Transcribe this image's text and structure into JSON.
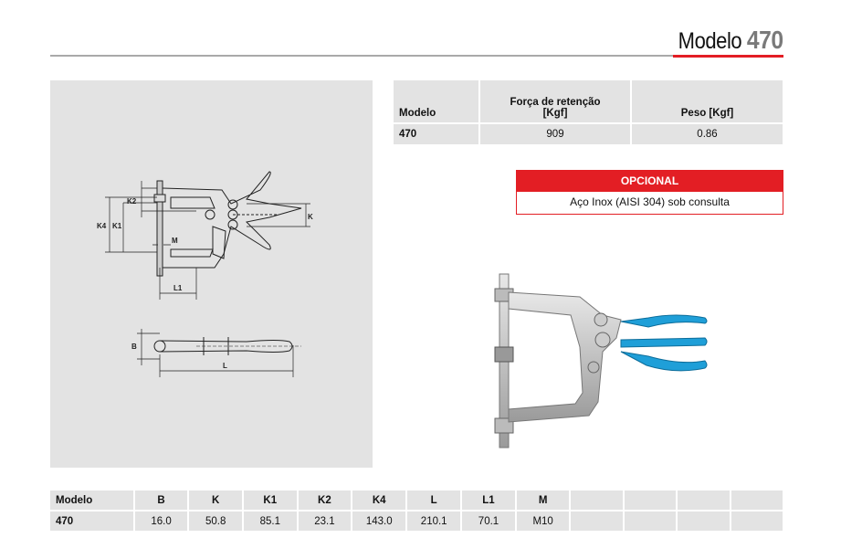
{
  "title": {
    "prefix": "Modelo",
    "number": "470"
  },
  "spec_table": {
    "headers": [
      "Modelo",
      "Força de retenção",
      "[Kgf]",
      "Peso  [Kgf]"
    ],
    "row": [
      "470",
      "909",
      "0.86"
    ]
  },
  "optional": {
    "header": "OPCIONAL",
    "text": "Aço Inox (AISI 304) sob consulta"
  },
  "drawing_labels": {
    "k4": "K4",
    "k1": "K1",
    "k2": "K2",
    "m": "M",
    "k": "K",
    "l1": "L1",
    "b": "B",
    "l": "L"
  },
  "dimensions_table": {
    "headers": [
      "Modelo",
      "B",
      "K",
      "K1",
      "K2",
      "K4",
      "L",
      "L1",
      "M",
      "",
      "",
      "",
      ""
    ],
    "row": [
      "470",
      "16.0",
      "50.8",
      "85.1",
      "23.1",
      "143.0",
      "210.1",
      "70.1",
      "M10",
      "",
      "",
      "",
      ""
    ]
  },
  "colors": {
    "accent": "#e31e24",
    "panel": "#e3e3e3",
    "handle": "#1f9fd8"
  }
}
